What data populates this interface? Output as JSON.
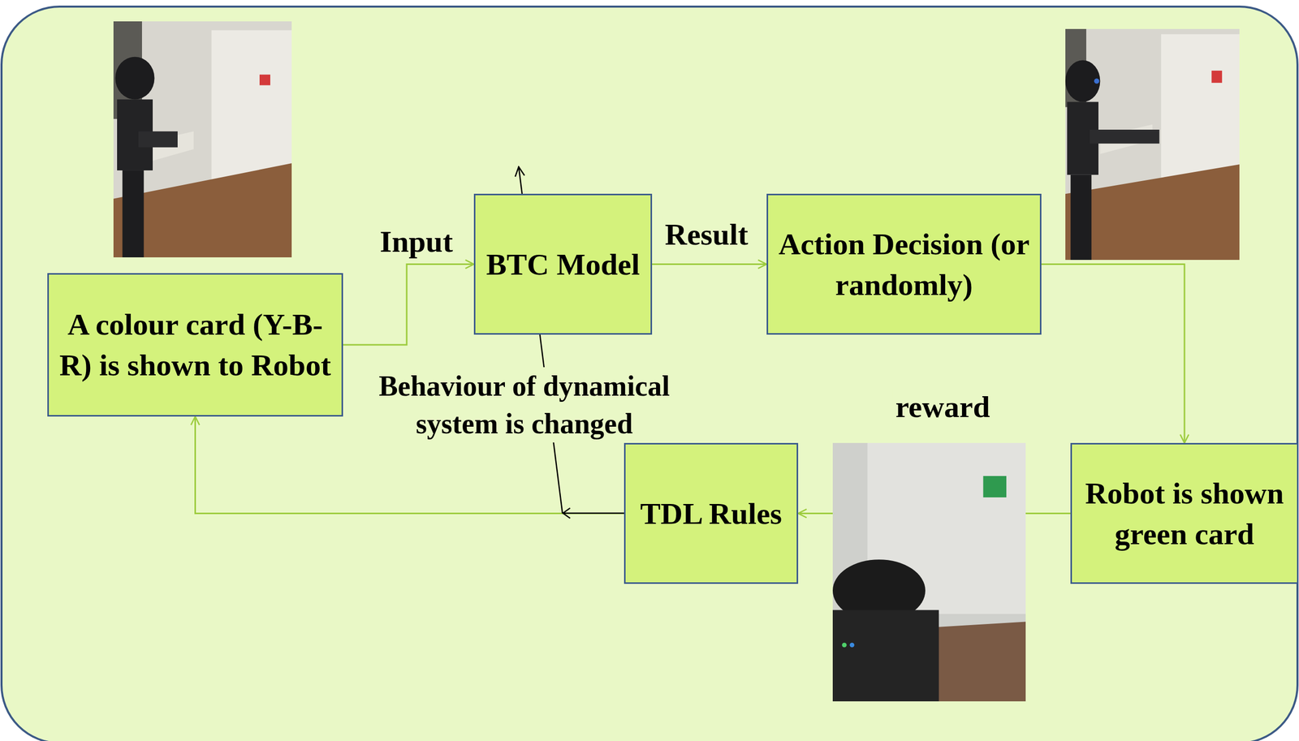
{
  "diagram": {
    "nodes": [
      {
        "text": [
          "A colour card (Y-B-R) is shown to Robot"
        ]
      },
      {
        "text": [
          "BTC Model"
        ]
      },
      {
        "text": [
          "Action Decision (or randomly)"
        ]
      },
      {
        "text": [
          "Robot is shown green card"
        ]
      },
      {
        "text": [
          "TDL Rules"
        ]
      }
    ],
    "edges": [
      {
        "from": 0,
        "to": 1,
        "label": "Input",
        "arrow": "to"
      },
      {
        "from": 1,
        "to": 2,
        "label": "Result",
        "arrow": "to"
      },
      {
        "from": 2,
        "to": 3,
        "arrow": "to"
      },
      {
        "from": 3,
        "to": 4,
        "label": "reward",
        "arrow": "to"
      },
      {
        "from": 4,
        "to": 0,
        "arrow": "to"
      }
    ],
    "labels": [
      "Behaviour of dynamical system is changed"
    ]
  }
}
